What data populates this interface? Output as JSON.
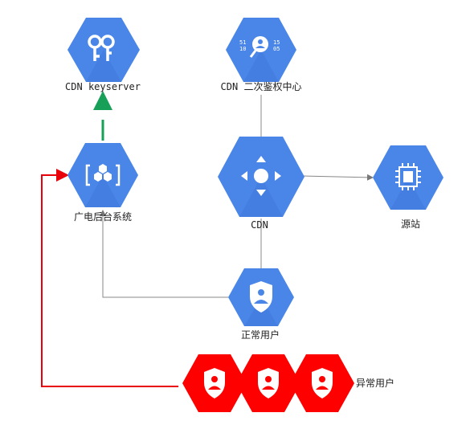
{
  "nodes": {
    "keyserver": {
      "label": "CDN keyserver"
    },
    "auth_center": {
      "label": "CDN 二次鉴权中心",
      "icon_text": [
        "51",
        "10",
        "15",
        "05"
      ]
    },
    "broadcast_backend": {
      "label": "广电后台系统"
    },
    "cdn": {
      "label": "CDN"
    },
    "origin": {
      "label": "源站"
    },
    "normal_user": {
      "label": "正常用户"
    },
    "abnormal_users": {
      "label": "异常用户",
      "count": 3
    }
  },
  "colors": {
    "node_blue": "#4a86e8",
    "node_shadow": "#3a6fd0",
    "abnormal_red": "#ff0000",
    "line_gray": "#888888",
    "green_dash": "#18a058",
    "red_line": "#e8000b"
  }
}
